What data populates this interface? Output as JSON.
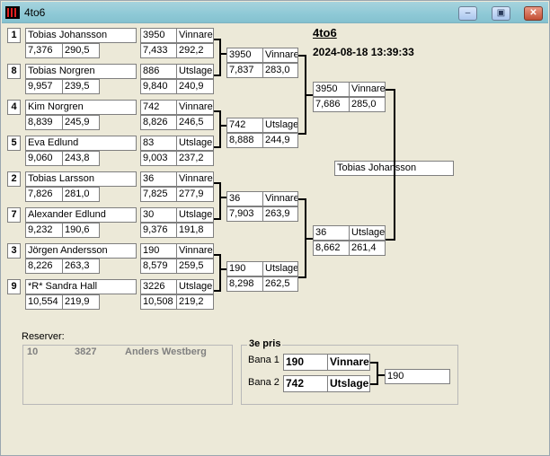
{
  "window": {
    "title": "4to6"
  },
  "header": {
    "title": "4to6",
    "datetime": "2024-08-18 13:39:33"
  },
  "round1": [
    {
      "seed": "1",
      "name": "Tobias Johansson",
      "a": "7,376",
      "b": "290,5",
      "score": "3950",
      "result": "Vinnare",
      "c": "7,433",
      "d": "292,2"
    },
    {
      "seed": "8",
      "name": "Tobias Norgren",
      "a": "9,957",
      "b": "239,5",
      "score": "886",
      "result": "Utslagen",
      "c": "9,840",
      "d": "240,9"
    },
    {
      "seed": "4",
      "name": "Kim Norgren",
      "a": "8,839",
      "b": "245,9",
      "score": "742",
      "result": "Vinnare",
      "c": "8,826",
      "d": "246,5"
    },
    {
      "seed": "5",
      "name": "Eva Edlund",
      "a": "9,060",
      "b": "243,8",
      "score": "83",
      "result": "Utslagen",
      "c": "9,003",
      "d": "237,2"
    },
    {
      "seed": "2",
      "name": "Tobias Larsson",
      "a": "7,826",
      "b": "281,0",
      "score": "36",
      "result": "Vinnare",
      "c": "7,825",
      "d": "277,9"
    },
    {
      "seed": "7",
      "name": "Alexander Edlund",
      "a": "9,232",
      "b": "190,6",
      "score": "30",
      "result": "Utslagen",
      "c": "9,376",
      "d": "191,8"
    },
    {
      "seed": "3",
      "name": "Jörgen Andersson",
      "a": "8,226",
      "b": "263,3",
      "score": "190",
      "result": "Vinnare",
      "c": "8,579",
      "d": "259,5"
    },
    {
      "seed": "9",
      "name": "*R* Sandra Hall",
      "a": "10,554",
      "b": "219,9",
      "score": "3226",
      "result": "Utslagen",
      "c": "10,508",
      "d": "219,2"
    }
  ],
  "round2": [
    {
      "score": "3950",
      "result": "Vinnare",
      "c": "7,837",
      "d": "283,0"
    },
    {
      "score": "742",
      "result": "Utslagen",
      "c": "8,888",
      "d": "244,9"
    },
    {
      "score": "36",
      "result": "Vinnare",
      "c": "7,903",
      "d": "263,9"
    },
    {
      "score": "190",
      "result": "Utslagen",
      "c": "8,298",
      "d": "262,5"
    }
  ],
  "round3": [
    {
      "score": "3950",
      "result": "Vinnare",
      "c": "7,686",
      "d": "285,0"
    },
    {
      "score": "36",
      "result": "Utslagen",
      "c": "8,662",
      "d": "261,4"
    }
  ],
  "winner": "Tobias Johansson",
  "reserves": {
    "label": "Reserver:",
    "rows": [
      {
        "no": "10",
        "score": "3827",
        "name": "Anders Westberg"
      }
    ]
  },
  "third": {
    "label": "3e pris",
    "lanes": [
      {
        "lane": "Bana 1",
        "score": "190",
        "result": "Vinnare"
      },
      {
        "lane": "Bana 2",
        "score": "742",
        "result": "Utslagen"
      }
    ],
    "winner_score": "190"
  }
}
